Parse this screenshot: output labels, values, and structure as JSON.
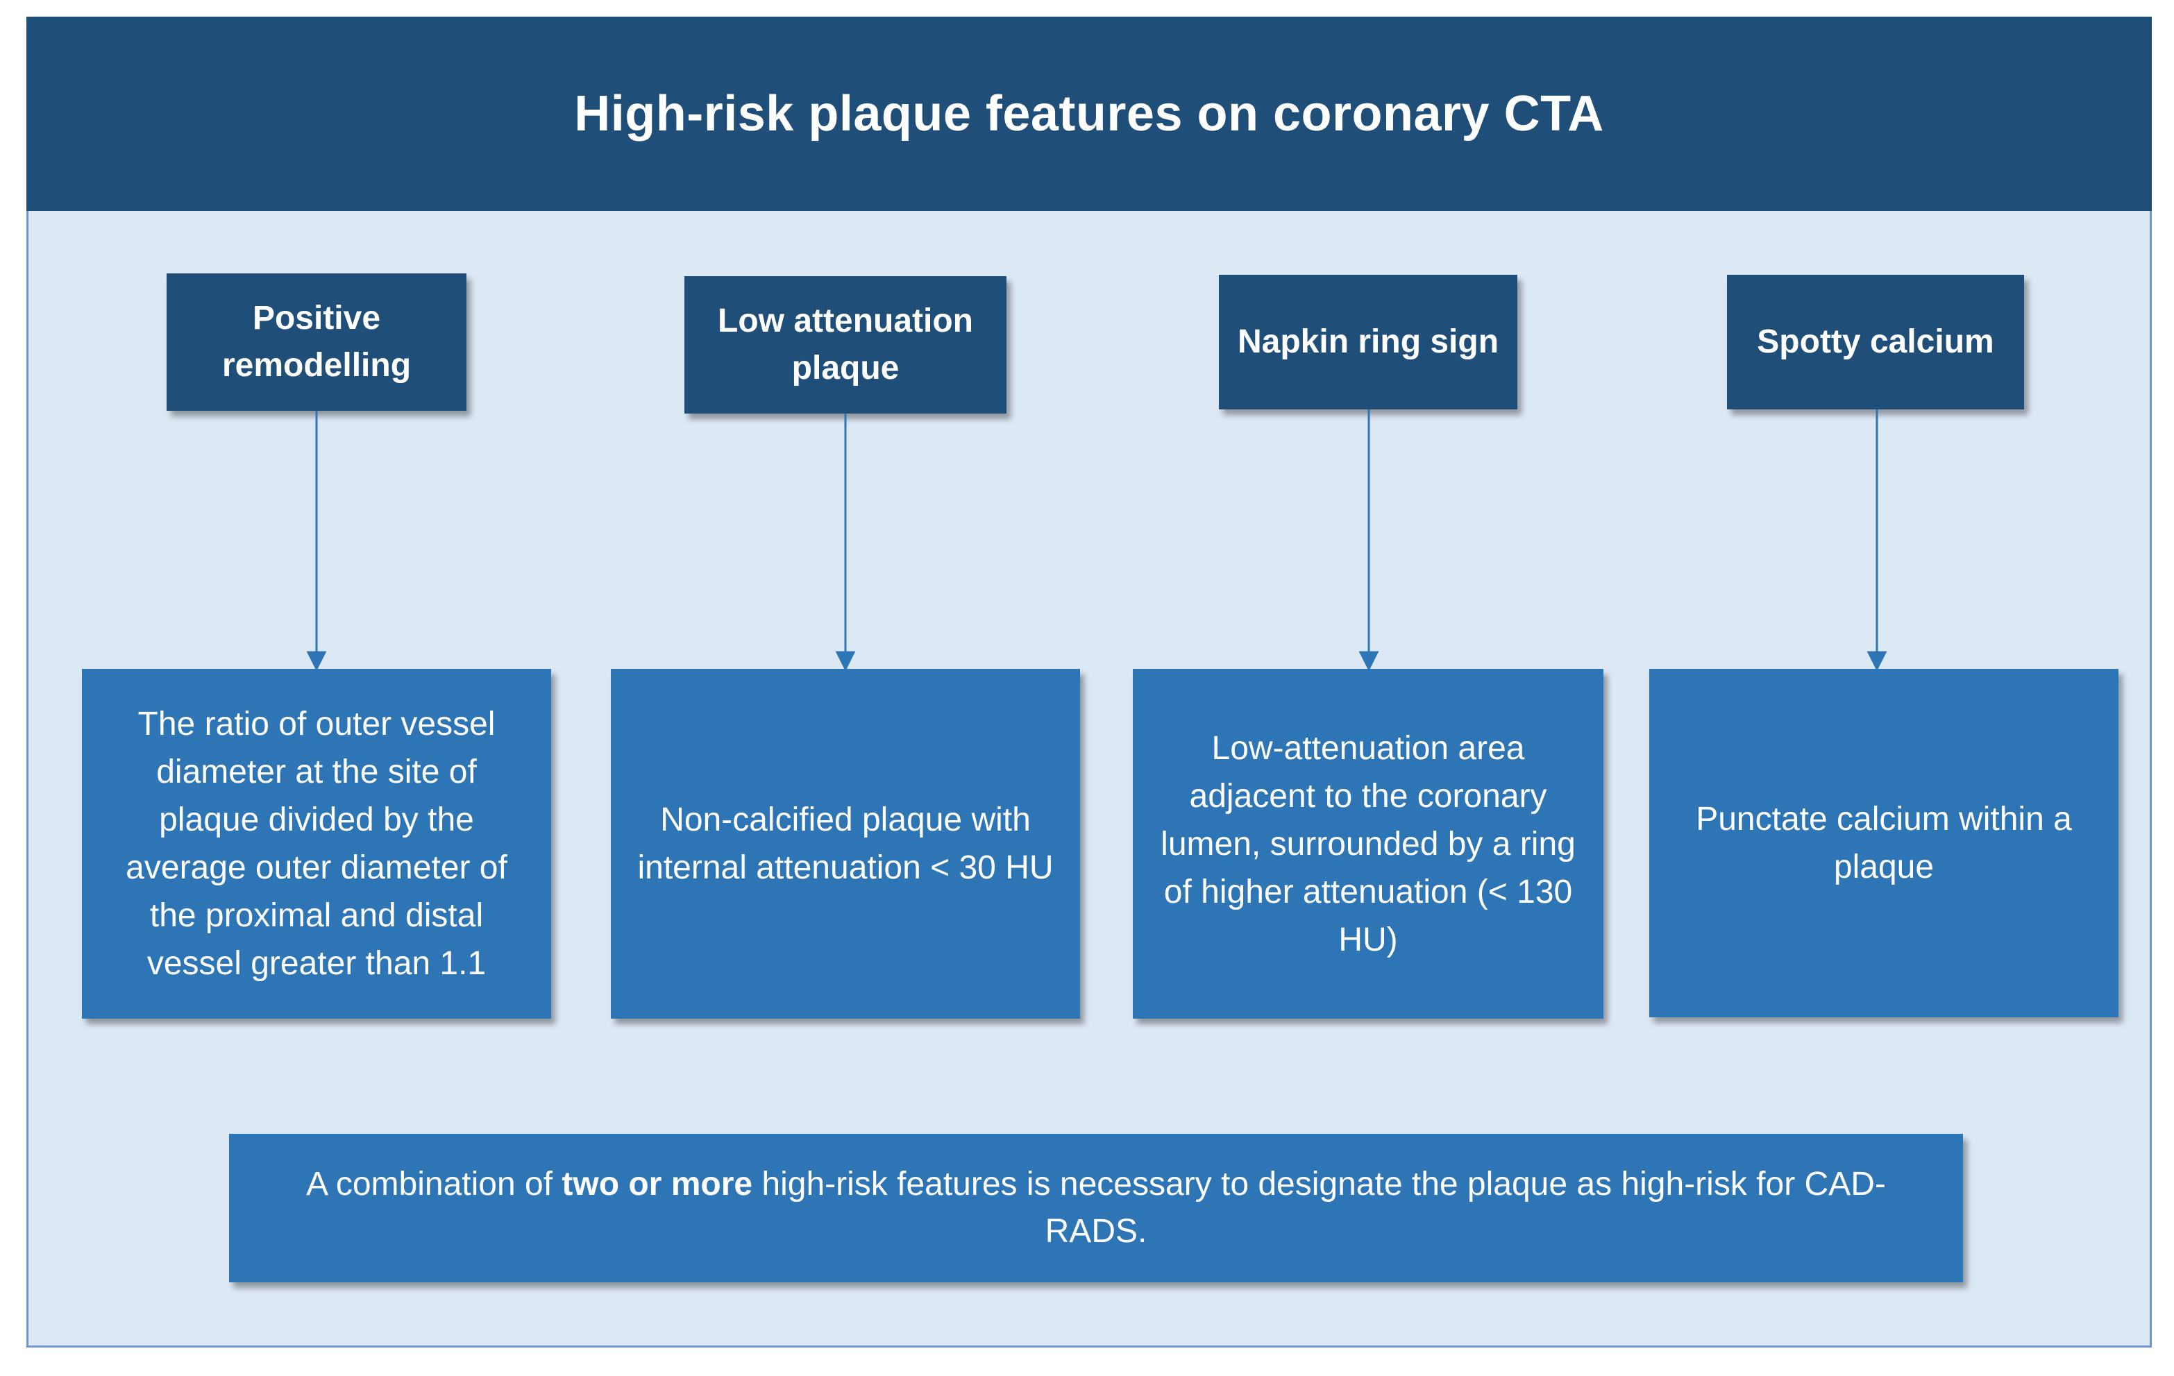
{
  "title": "High-risk plaque features on coronary CTA",
  "colors": {
    "header": "#1f4e79",
    "feature_box": "#1f4e79",
    "description_box": "#2e75b6",
    "background": "#dde8f5",
    "connector": "#2e75b6"
  },
  "features": [
    {
      "label": "Positive remodelling",
      "description": "The ratio of outer vessel diameter at the site of plaque divided by the average outer diameter of the proximal and distal vessel greater than 1.1"
    },
    {
      "label": "Low attenuation plaque",
      "description": "Non-calcified plaque with internal attenuation < 30 HU"
    },
    {
      "label": "Napkin ring sign",
      "description": "Low-attenuation area adjacent to the coronary lumen, surrounded by a ring of higher attenuation (< 130 HU)"
    },
    {
      "label": "Spotty calcium",
      "description": "Punctate calcium within a plaque"
    }
  ],
  "footer": {
    "prefix": "A combination of ",
    "emphasis": "two or more",
    "suffix": " high-risk features is necessary to designate the plaque as high-risk for CAD-RADS."
  }
}
